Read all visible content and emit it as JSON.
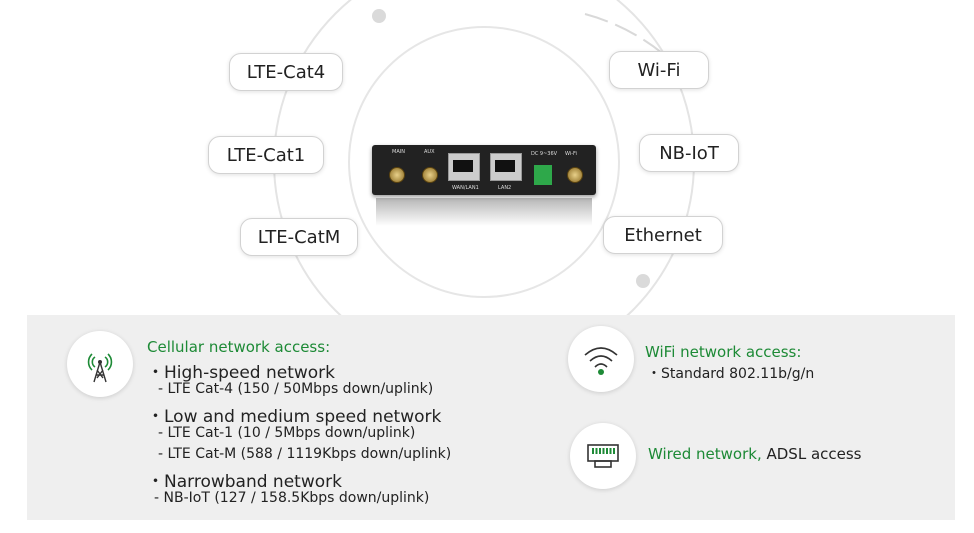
{
  "bubbles": {
    "lte_cat4": "LTE-Cat4",
    "lte_cat1": "LTE-Cat1",
    "lte_catm": "LTE-CatM",
    "wifi": "Wi-Fi",
    "nbiot": "NB-IoT",
    "ethernet": "Ethernet"
  },
  "device": {
    "main": "MAIN",
    "aux": "AUX",
    "wan_lan1": "WAN/LAN1",
    "lan2": "LAN2",
    "dc": "DC 9~36V",
    "wifi_ant": "Wi-Fi"
  },
  "cellular": {
    "heading": "Cellular network access:",
    "items": [
      "・High-speed network",
      "- LTE Cat-4 (150 / 50Mbps down/uplink)",
      "・Low and medium speed network",
      "- LTE Cat-1 (10 / 5Mbps down/uplink)",
      "- LTE Cat-M (588 / 1119Kbps down/uplink)",
      "・Narrowband network",
      "- NB-IoT (127 / 158.5Kbps down/uplink)"
    ]
  },
  "wifi_access": {
    "heading": "WiFi network access:",
    "item": "・Standard 802.11b/g/n"
  },
  "wired": {
    "heading": "Wired network,",
    "rest": " ADSL access"
  },
  "colors": {
    "accent_green": "#1d8a36",
    "panel_bg": "#efefef"
  },
  "icons": [
    "antenna-tower-icon",
    "wifi-signal-icon",
    "ethernet-port-icon"
  ]
}
